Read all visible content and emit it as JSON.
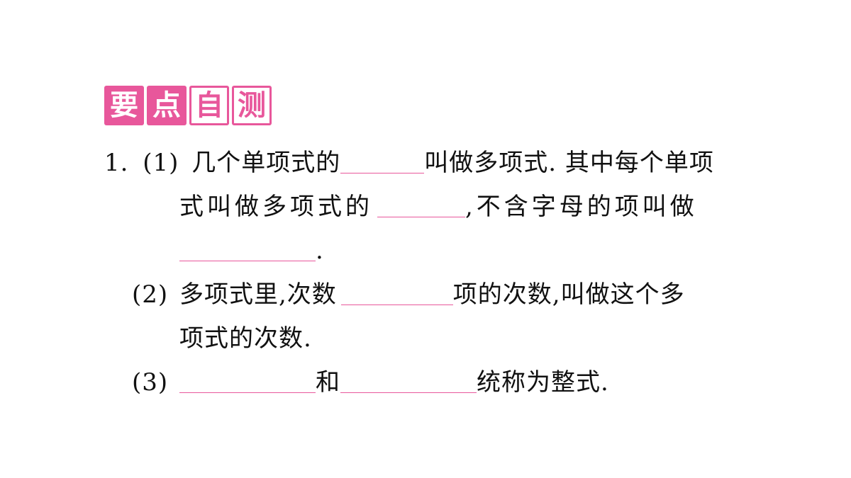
{
  "heading": {
    "chars": [
      "要",
      "点",
      "自",
      "测"
    ]
  },
  "colors": {
    "accent": "#e8579b",
    "text": "#111111"
  },
  "q1": {
    "number": "1.",
    "p1": {
      "label": "(1)",
      "l1a": "几个单项式的",
      "l1b": "叫做多项式. 其中每个单项",
      "l2a": "式叫做多项式的",
      "l2b": ",不含字母的项叫做",
      "l3b": "."
    },
    "p2": {
      "label": "(2)",
      "l1a": "多项式里,次数",
      "l1b": "项的次数,叫做这个多",
      "l2": "项式的次数."
    },
    "p3": {
      "label": "(3)",
      "mid": "和",
      "end": "统称为整式."
    }
  }
}
